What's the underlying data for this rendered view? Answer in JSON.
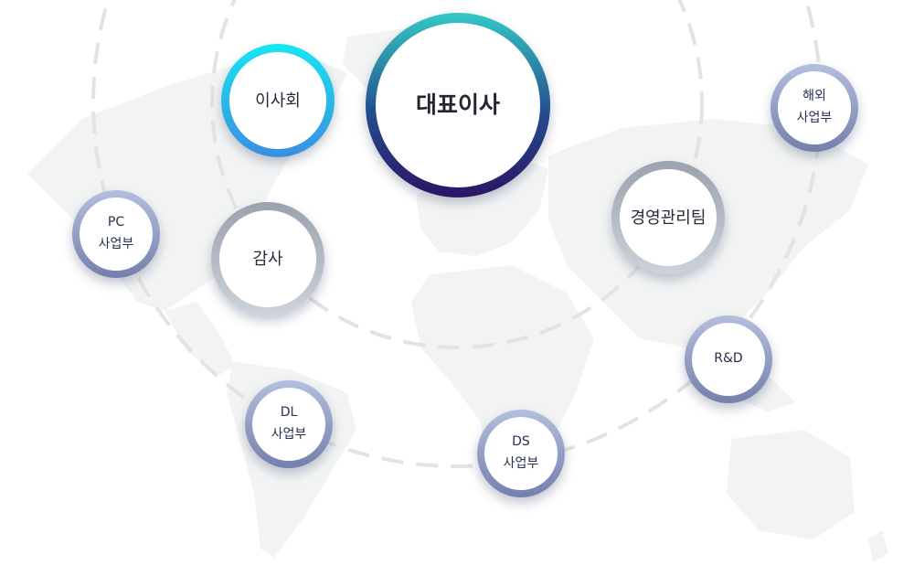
{
  "nodes": {
    "ceo": {
      "line1": "대표이사",
      "line2": ""
    },
    "board": {
      "line1": "이사회",
      "line2": ""
    },
    "audit": {
      "line1": "감사",
      "line2": ""
    },
    "mgmt": {
      "line1": "경영관리팀",
      "line2": ""
    },
    "overseas": {
      "line1": "해외",
      "line2": "사업부"
    },
    "pc": {
      "line1": "PC",
      "line2": "사업부"
    },
    "rnd": {
      "line1": "R&D",
      "line2": ""
    },
    "dl": {
      "line1": "DL",
      "line2": "사업부"
    },
    "ds": {
      "line1": "DS",
      "line2": "사업부"
    }
  },
  "colors": {
    "ceo_ring": [
      "#34c8c4",
      "#244c8c",
      "#2b1466"
    ],
    "board_ring": [
      "#18e6f2",
      "#3a8ee0"
    ],
    "grey_ring": [
      "#9aa2ad",
      "#cdd3da"
    ],
    "blue_ring": [
      "#b4bedd",
      "#7480ad"
    ],
    "dash": "#e3e3e3",
    "map": "#f3f5f5"
  }
}
